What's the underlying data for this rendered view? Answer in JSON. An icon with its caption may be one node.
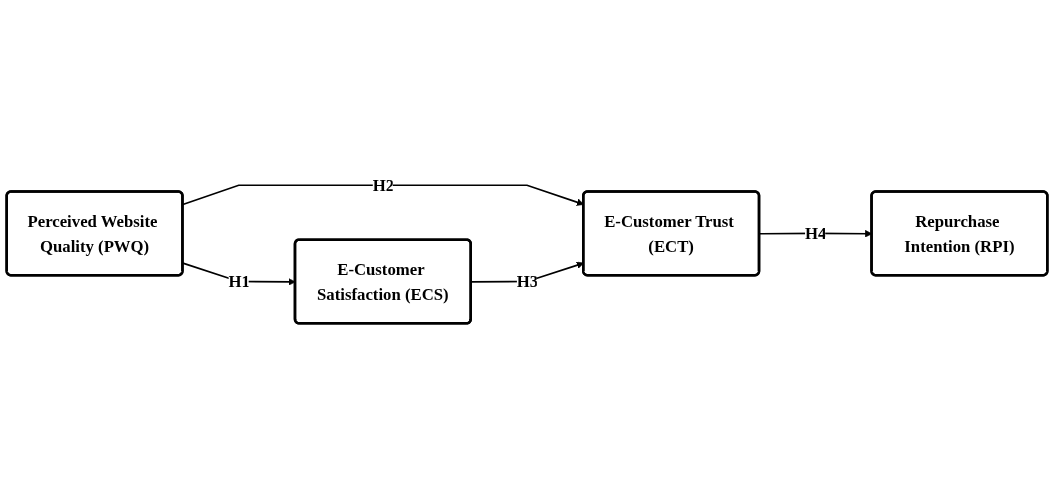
{
  "diagram": {
    "nodes": [
      {
        "text": [
          "E-Customer Satisfaction (ECS)"
        ]
      },
      {
        "text": [
          "Perceived Website Quality (PWQ)"
        ]
      },
      {
        "text": [
          "E-Customer Trust (ECT)"
        ]
      },
      {
        "text": [
          "Repurchase Intention (RPI)"
        ]
      }
    ],
    "edges": [
      {
        "from": 1,
        "to": 0,
        "arrow": "to",
        "label": "H1"
      },
      {
        "from": 1,
        "to": 2,
        "arrow": "to",
        "label": "H2"
      },
      {
        "from": 0,
        "to": 2,
        "arrow": "to",
        "label": "H3"
      },
      {
        "from": 2,
        "to": 3,
        "arrow": "to",
        "label": "H4"
      }
    ]
  }
}
